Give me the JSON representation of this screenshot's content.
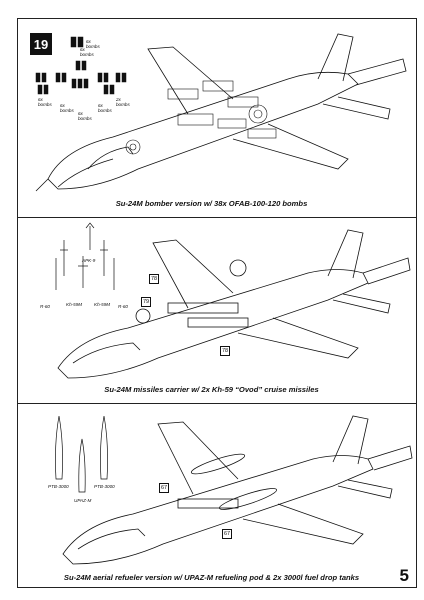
{
  "step_number": "19",
  "page_number": "5",
  "panels": [
    {
      "caption": "Su-24M bomber version w/ 38x OFAB-100-120 bombs",
      "bomb_labels": [
        "6x\nbombs",
        "6x\nbombs",
        "6x\nbombs",
        "6x\nbombs",
        "6x\nbombs",
        "2x\nbombs",
        "6x\nbombs"
      ]
    },
    {
      "caption": "Su-24M missiles carrier w/ 2x Kh-59 “Ovod” cruise missiles",
      "weapon_labels": [
        "APK-9",
        "R-60",
        "Kh-59M",
        "Kh-59M",
        "R-60"
      ],
      "callouts": [
        "78",
        "79",
        "78"
      ]
    },
    {
      "caption": "Su-24M aerial refueler version w/ UPAZ-M refueling pod & 2x 3000l fuel drop tanks",
      "weapon_labels": [
        "PTB-3000",
        "PTB-3000",
        "UPAZ-M"
      ],
      "callouts": [
        "67",
        "67"
      ]
    }
  ]
}
